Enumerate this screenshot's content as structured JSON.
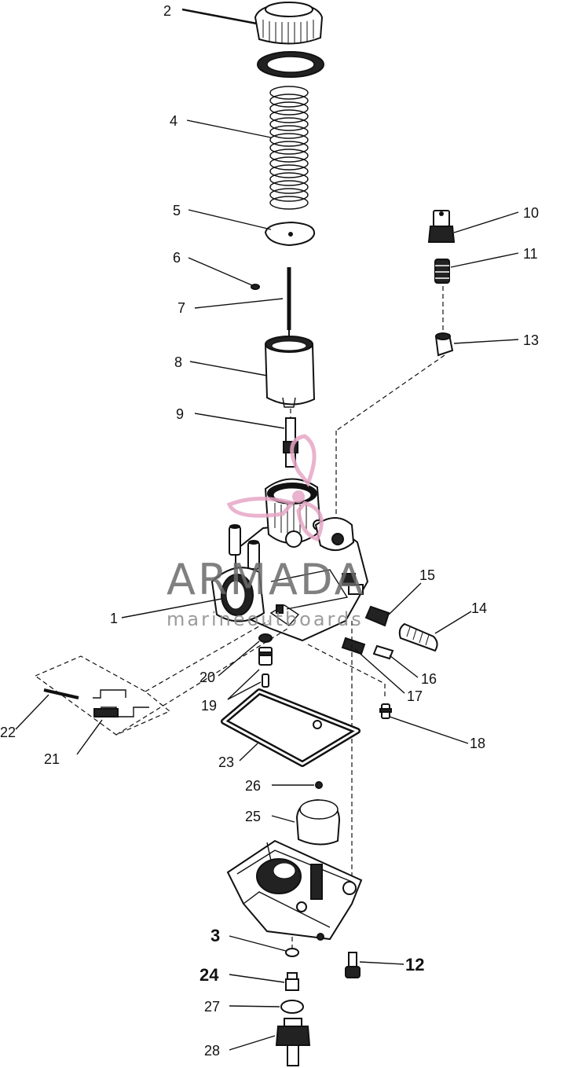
{
  "callouts": {
    "c1": "1",
    "c2": "2",
    "c3": "3",
    "c4": "4",
    "c5": "5",
    "c6": "6",
    "c7": "7",
    "c8": "8",
    "c9": "9",
    "c10": "10",
    "c11": "11",
    "c12": "12",
    "c13": "13",
    "c14": "14",
    "c15": "15",
    "c16": "16",
    "c17": "17",
    "c18": "18",
    "c19": "19",
    "c20": "20",
    "c21": "21",
    "c22": "22",
    "c23": "23",
    "c24": "24",
    "c25": "25",
    "c26": "26",
    "c27": "27",
    "c28": "28"
  },
  "watermark": {
    "brand": "ARMADA",
    "tagline": "marineoutboards",
    "logo_color": "#e7a6c6",
    "text_color": "#6b6b6b"
  }
}
